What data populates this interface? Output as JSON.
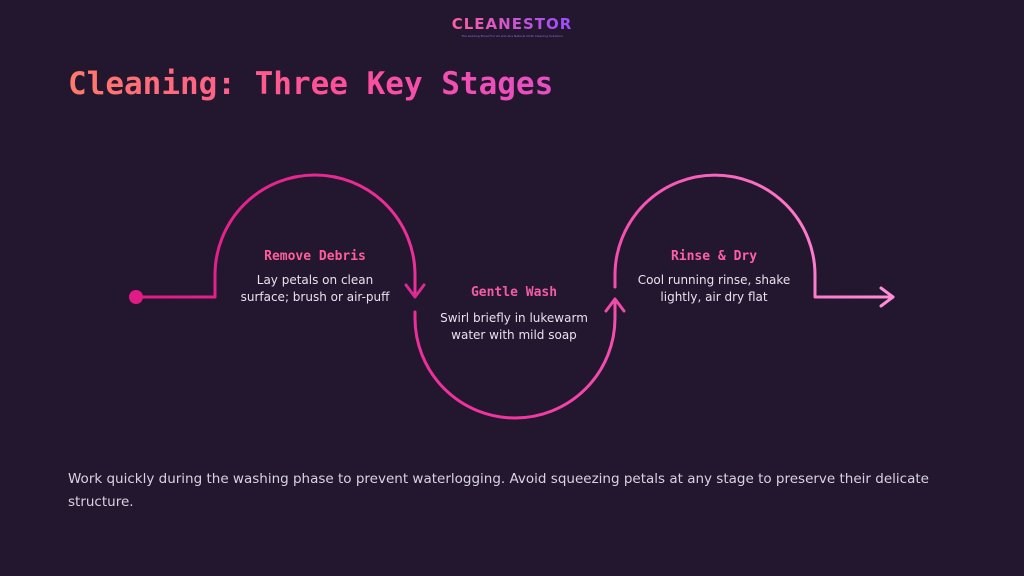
{
  "brand": {
    "name": "CLEANESTOR",
    "tagline": "The Leading Brand For All and Any Natural Cloth Cleaning Solutions"
  },
  "page_title": "Cleaning: Three Key Stages",
  "stages": [
    {
      "title": "Remove Debris",
      "description_lines": [
        "Lay petals on clean",
        "surface; brush or air-puff"
      ],
      "color": "#ff5c9c"
    },
    {
      "title": "Gentle Wash",
      "description_lines": [
        "Swirl briefly in lukewarm",
        "water with mild soap"
      ],
      "color": "#f55ba8"
    },
    {
      "title": "Rinse & Dry",
      "description_lines": [
        "Cool running rinse, shake",
        "lightly, air dry flat"
      ],
      "color": "#ff5fa8"
    }
  ],
  "note": "Work quickly during the washing phase to prevent waterlogging. Avoid squeezing petals at any stage to preserve their delicate structure.",
  "colors": {
    "background": "#22172e",
    "flow_start": "#e01b84",
    "flow_end": "#ff8ed6"
  }
}
